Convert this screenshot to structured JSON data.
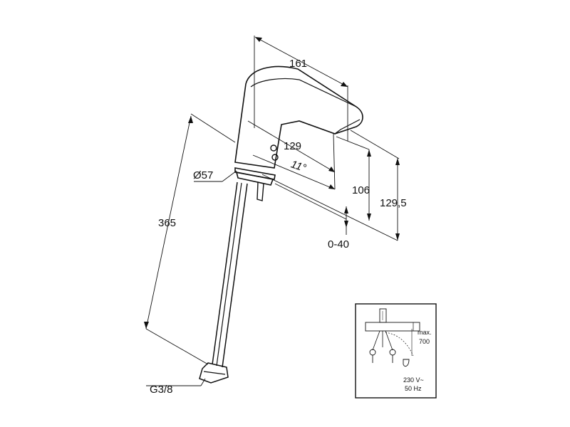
{
  "dimensions": {
    "spout_length": "161",
    "spout_reach": "129",
    "spout_angle": "11°",
    "body_diameter": "Ø57",
    "total_height": "365",
    "outlet_height": "106",
    "top_height": "129,5",
    "deck_thickness": "0-40",
    "connection_thread": "G3/8"
  },
  "installation_inset": {
    "max_label": "max.",
    "max_value": "700",
    "voltage": "230 V~",
    "frequency": "50 Hz"
  }
}
